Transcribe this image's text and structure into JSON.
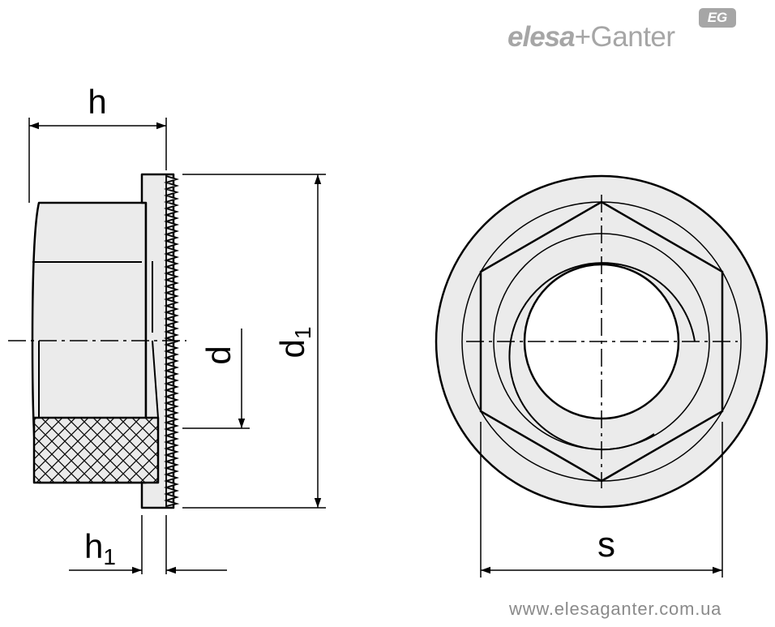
{
  "brand": {
    "badge": "EG",
    "name_part1": "elesa",
    "name_sep": "+",
    "name_part2": "Ganter",
    "website": "www.elesaganter.com.ua"
  },
  "dimensions": {
    "h": "h",
    "h1_base": "h",
    "h1_sub": "1",
    "d": "d",
    "d1_base": "d",
    "d1_sub": "1",
    "s": "s"
  },
  "colors": {
    "part_fill": "#ebebeb",
    "line": "#000000",
    "brand": "#a6a6a6",
    "website": "#8a8a8a"
  }
}
